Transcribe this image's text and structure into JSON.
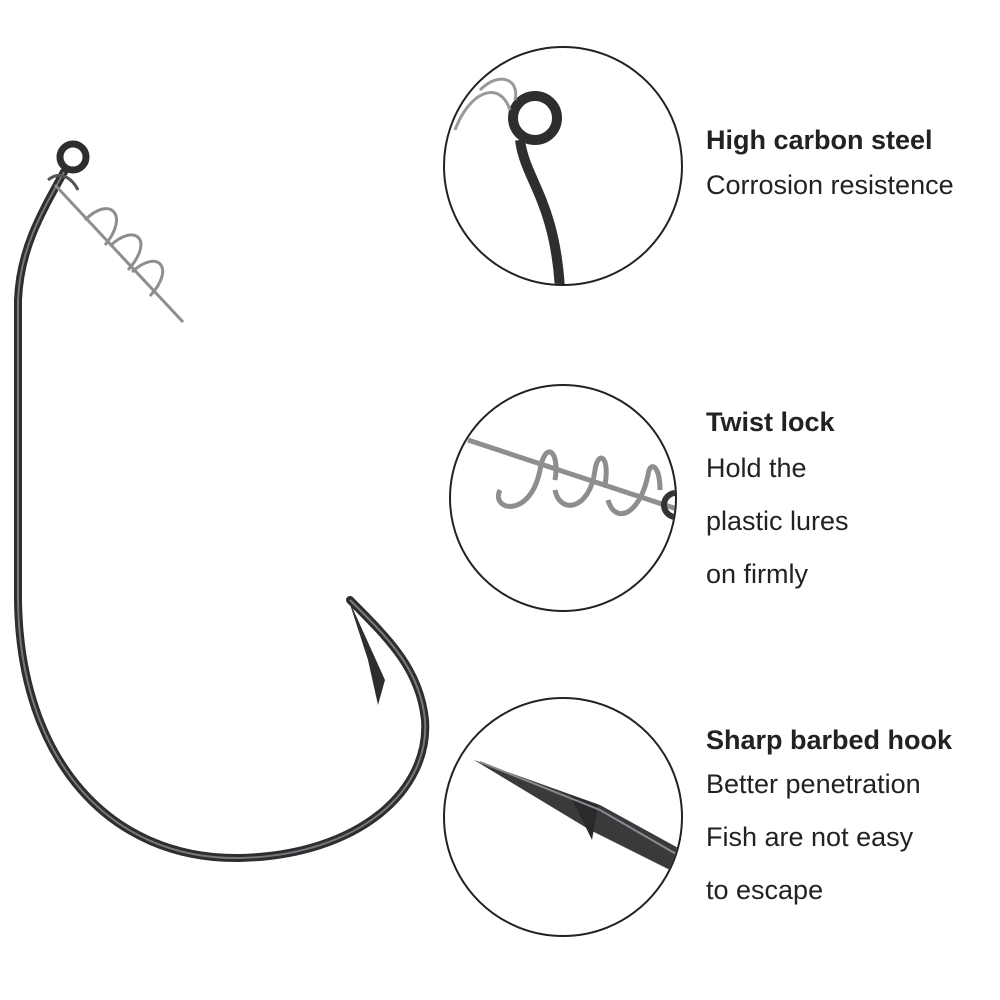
{
  "features": [
    {
      "title": "High carbon steel",
      "lines": [
        "Corrosion resistence"
      ]
    },
    {
      "title": "Twist lock",
      "lines": [
        "Hold the",
        "plastic lures",
        "on firmly"
      ]
    },
    {
      "title": "Sharp barbed hook",
      "lines": [
        "Better penetration",
        "Fish are not easy",
        "to escape"
      ]
    }
  ],
  "colors": {
    "hook": "#2e2e30",
    "spring": "#9a9a9a",
    "circle": "#222222"
  }
}
